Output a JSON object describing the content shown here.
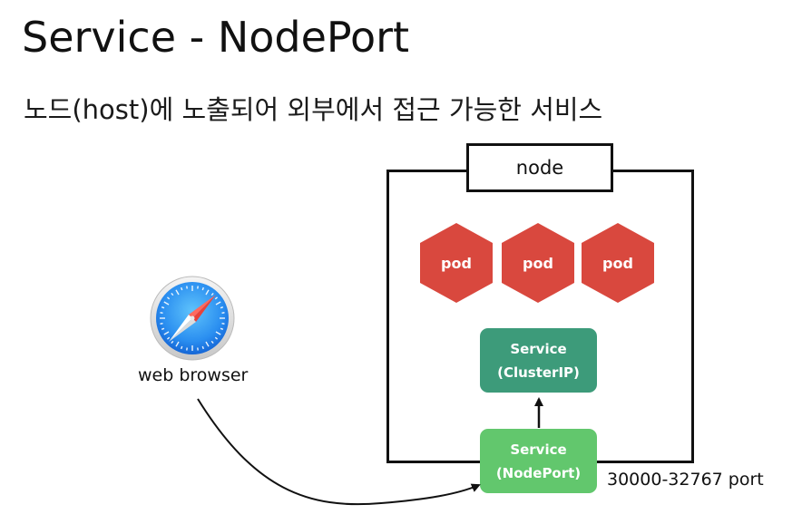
{
  "slide": {
    "title": "Service - NodePort",
    "subtitle": "노드(host)에 노출되어 외부에서 접근 가능한 서비스"
  },
  "diagram": {
    "node_label": "node",
    "pods": [
      {
        "label": "pod"
      },
      {
        "label": "pod"
      },
      {
        "label": "pod"
      }
    ],
    "service_clusterip": {
      "line1": "Service",
      "line2": "(ClusterIP)"
    },
    "service_nodeport": {
      "line1": "Service",
      "line2": "(NodePort)"
    },
    "port_range_label": "30000-32767 port",
    "browser": {
      "label": "web browser",
      "icon": "safari-compass-icon"
    }
  },
  "colors": {
    "pod": "#d9483e",
    "service_clusterip": "#3d9b7a",
    "service_nodeport": "#62c76d",
    "outline": "#111111"
  }
}
